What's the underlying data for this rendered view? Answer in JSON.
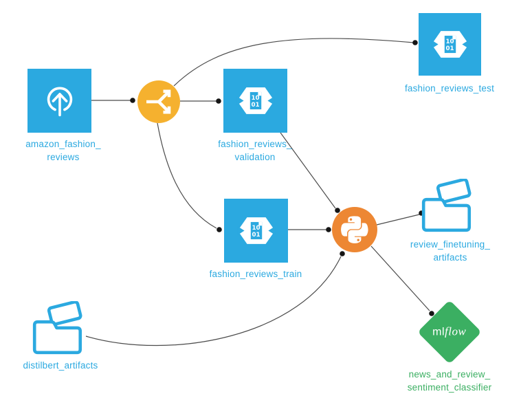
{
  "diagram": {
    "type": "pipeline-dag",
    "background": "#ffffff",
    "colors": {
      "dataset_blue": "#2BA9E0",
      "split_orange": "#F5B12F",
      "python_orange": "#ED8733",
      "mlflow_green": "#3BAF62",
      "edge_gray": "#4b4b4b",
      "arrow_dot_black": "#151515",
      "label_blue": "#2BA9E0",
      "label_green": "#3BAF62"
    },
    "icons": {
      "binary_lines": [
        "10",
        "01"
      ],
      "mlflow_wordmark": {
        "regular": "ml",
        "italic": "flow"
      }
    },
    "nodes": [
      {
        "id": "amazon_fashion_reviews",
        "kind": "input-dataset",
        "icon": "upload-icon",
        "label_lines": [
          "amazon_fashion_",
          "reviews"
        ]
      },
      {
        "id": "split_step",
        "kind": "operation",
        "icon": "split-arrows-icon",
        "label_lines": []
      },
      {
        "id": "fashion_reviews_test",
        "kind": "dataset",
        "icon": "binary-data-icon",
        "label_lines": [
          "fashion_reviews_test"
        ]
      },
      {
        "id": "fashion_reviews_validation",
        "kind": "dataset",
        "icon": "binary-data-icon",
        "label_lines": [
          "fashion_reviews_",
          "validation"
        ]
      },
      {
        "id": "fashion_reviews_train",
        "kind": "dataset",
        "icon": "binary-data-icon",
        "label_lines": [
          "fashion_reviews_train"
        ]
      },
      {
        "id": "python_step",
        "kind": "operation",
        "icon": "python-icon",
        "label_lines": []
      },
      {
        "id": "review_finetuning_artifacts",
        "kind": "artifacts-folder",
        "icon": "folder-icon",
        "label_lines": [
          "review_finetuning_",
          "artifacts"
        ]
      },
      {
        "id": "distilbert_artifacts",
        "kind": "artifacts-folder",
        "icon": "folder-icon",
        "label_lines": [
          "distilbert_artifacts"
        ]
      },
      {
        "id": "news_and_review_sentiment_classifier",
        "kind": "mlflow-model",
        "icon": "mlflow-icon",
        "label_lines": [
          "news_and_review_",
          "sentiment_classifier"
        ]
      }
    ],
    "edges": [
      {
        "from": "amazon_fashion_reviews",
        "to": "split_step"
      },
      {
        "from": "split_step",
        "to": "fashion_reviews_test"
      },
      {
        "from": "split_step",
        "to": "fashion_reviews_validation"
      },
      {
        "from": "split_step",
        "to": "fashion_reviews_train"
      },
      {
        "from": "fashion_reviews_validation",
        "to": "python_step"
      },
      {
        "from": "fashion_reviews_train",
        "to": "python_step"
      },
      {
        "from": "distilbert_artifacts",
        "to": "python_step"
      },
      {
        "from": "python_step",
        "to": "review_finetuning_artifacts"
      },
      {
        "from": "python_step",
        "to": "news_and_review_sentiment_classifier"
      }
    ]
  }
}
